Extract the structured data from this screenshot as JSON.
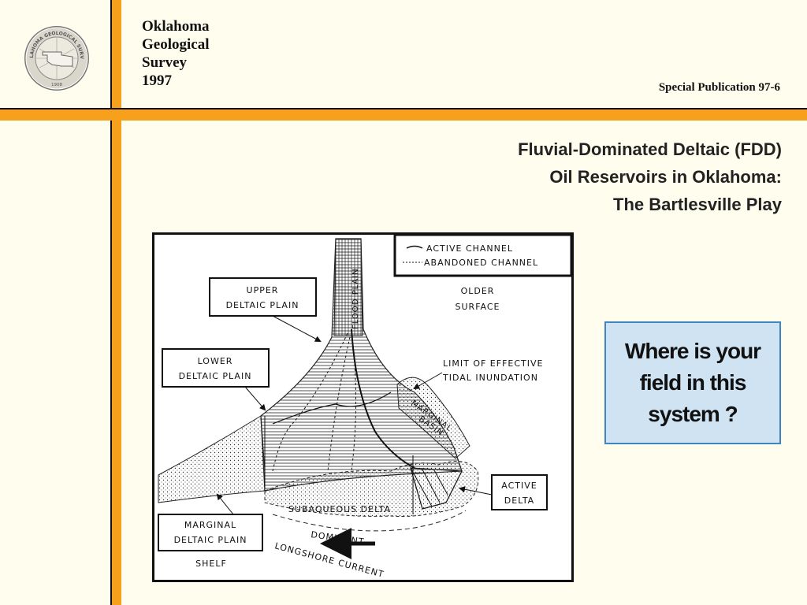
{
  "header": {
    "org_lines": [
      "Oklahoma",
      "Geological",
      "Survey",
      "1997"
    ],
    "publication": "Special Publication 97-6",
    "seal": {
      "text_top": "OKLAHOMA GEOLOGICAL SURVEY",
      "text_bottom": "1908"
    }
  },
  "title_lines": [
    "Fluvial-Dominated Deltaic (FDD)",
    "Oil Reservoirs in Oklahoma:",
    "The Bartlesville Play"
  ],
  "diagram": {
    "legend": {
      "active": "ACTIVE CHANNEL",
      "abandoned": "ABANDONED CHANNEL"
    },
    "labels": {
      "flood_plain": "FLOOD PLAIN",
      "older_surface_1": "OLDER",
      "older_surface_2": "SURFACE",
      "upper_1": "UPPER",
      "upper_2": "DELTAIC PLAIN",
      "lower_1": "LOWER",
      "lower_2": "DELTAIC PLAIN",
      "limit_1": "LIMIT OF EFFECTIVE",
      "limit_2": "TIDAL INUNDATION",
      "marginal_basin_1": "MARGINAL",
      "marginal_basin_2": "BASIN",
      "subaqueous": "SUBAQUEOUS DELTA",
      "active_1": "ACTIVE",
      "active_2": "DELTA",
      "marginal_plain_1": "MARGINAL",
      "marginal_plain_2": "DELTAIC PLAIN",
      "dominant": "DOMINANT",
      "longshore": "LONGSHORE CURRENT",
      "shelf": "SHELF"
    }
  },
  "callout": {
    "text": "Where is your field in this system ?"
  },
  "colors": {
    "accent": "#f7a01b",
    "callout_bg": "#cfe3f2",
    "callout_border": "#3d86c4"
  }
}
